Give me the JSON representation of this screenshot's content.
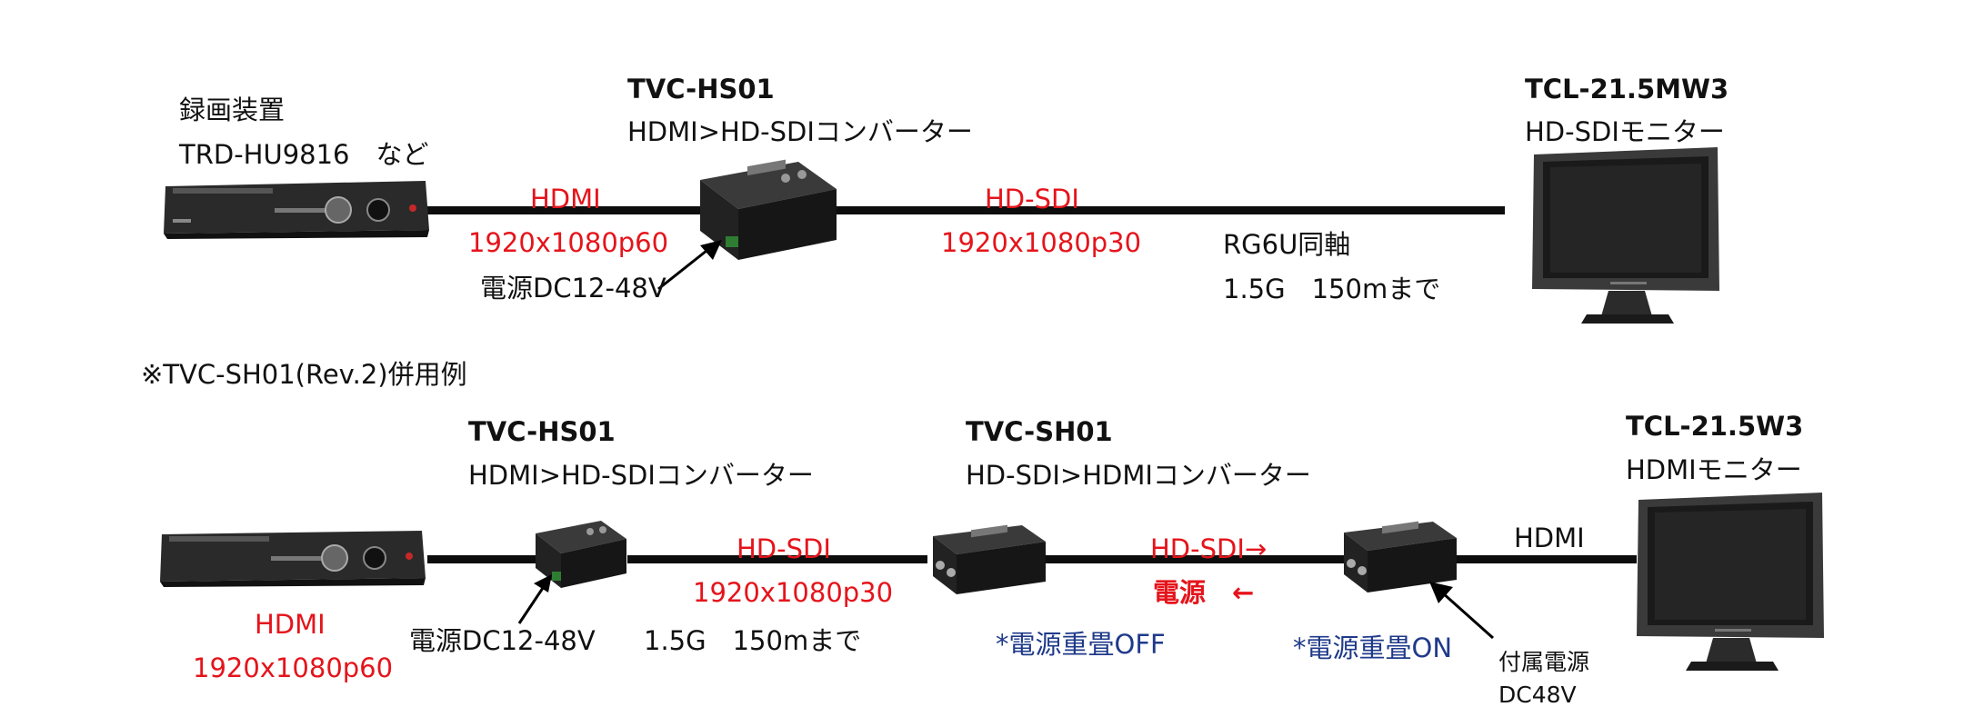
{
  "top": {
    "recorder": {
      "title": "録画装置",
      "model": "TRD-HU9816　など"
    },
    "converter": {
      "name": "TVC-HS01",
      "desc": "HDMI>HD-SDIコンバーター",
      "power": "電源DC12-48V"
    },
    "link_hdmi": {
      "label": "HDMI",
      "format": "1920x1080p60"
    },
    "link_sdi": {
      "label": "HD-SDI",
      "format": "1920x1080p30"
    },
    "cable": {
      "type": "RG6U同軸",
      "spec": "1.5G　150mまで"
    },
    "monitor": {
      "name": "TCL-21.5MW3",
      "desc": "HD-SDIモニター"
    }
  },
  "bottom": {
    "caption": "※TVC-SH01(Rev.2)併用例",
    "converter1": {
      "name": "TVC-HS01",
      "desc": "HDMI>HD-SDIコンバーター",
      "power": "電源DC12-48V"
    },
    "converter2": {
      "name": "TVC-SH01",
      "desc": "HD-SDI>HDMIコンバーター"
    },
    "link_hdmi": {
      "label": "HDMI",
      "format": "1920x1080p60"
    },
    "link_sdi": {
      "label": "HD-SDI",
      "format": "1920x1080p30",
      "spec": "1.5G　150mまで"
    },
    "link_sdi2": {
      "label": "HD-SDI→",
      "power": "電源　←"
    },
    "note_off": "*電源重畳OFF",
    "note_on": "*電源重畳ON",
    "link_hdmi2": {
      "label": "HDMI"
    },
    "monitor": {
      "name": "TCL-21.5W3",
      "desc": "HDMIモニター"
    },
    "psu": {
      "label": "付属電源",
      "spec": "DC48V"
    }
  },
  "colors": {
    "accent_red": "#e5141b",
    "note_navy": "#1f3a8a",
    "cable": "#0d0d0d"
  }
}
